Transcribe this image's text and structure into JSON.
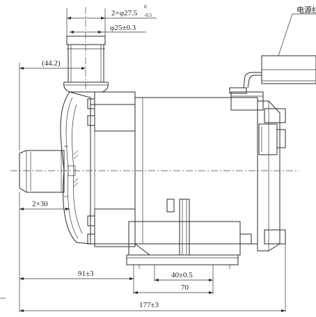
{
  "dimensions": {
    "outlet_dia_tol": "2×φ27.5",
    "outlet_tol_upper": "0",
    "outlet_tol_lower": "-0.5",
    "flange_dia": "φ25±0.3",
    "ref_44": "(44.2)",
    "inlet_2x30": "2×30",
    "len_91": "91±3",
    "len_40": "40±0.5",
    "len_70": "70",
    "len_177": "177±3"
  },
  "labels": {
    "power_cable": "电源线"
  }
}
